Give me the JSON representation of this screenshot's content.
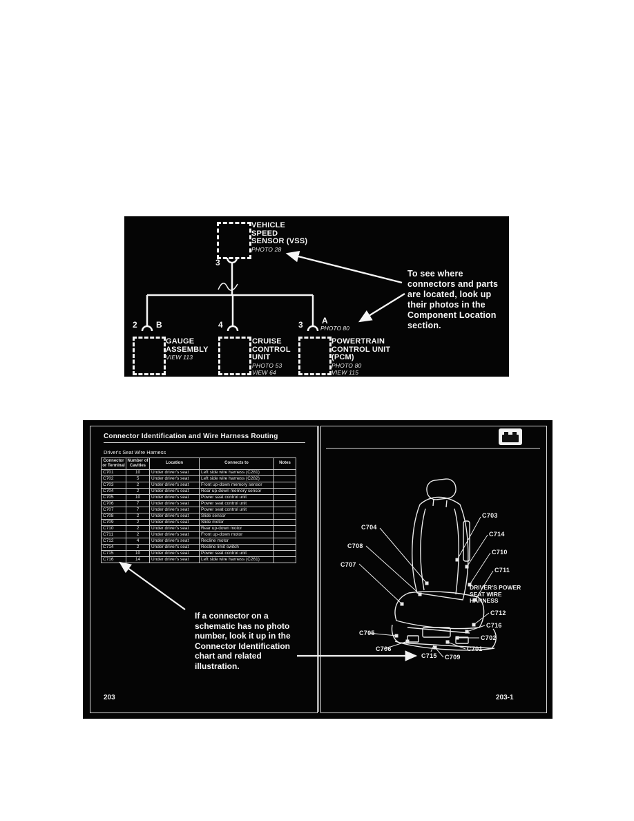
{
  "schematic_panel": {
    "vss": {
      "cavity": "3",
      "name_lines": [
        "VEHICLE",
        "SPEED",
        "SENSOR (VSS)"
      ],
      "photo": "PHOTO 28"
    },
    "gauge": {
      "cavity": "2",
      "terminal": "B",
      "name_lines": [
        "GAUGE",
        "ASSEMBLY"
      ],
      "view": "VIEW 113"
    },
    "cruise": {
      "cavity": "4",
      "name_lines": [
        "CRUISE",
        "CONTROL",
        "UNIT"
      ],
      "photo": "PHOTO 53",
      "view": "VIEW 64"
    },
    "pcm": {
      "cavity": "3",
      "terminal": "A",
      "terminal_photo": "PHOTO 80",
      "name_lines": [
        "POWERTRAIN",
        "CONTROL UNIT",
        "(PCM)"
      ],
      "photo": "PHOTO 80",
      "view": "VIEW 115"
    },
    "callout_note": "To see where connectors and parts are located, look up their photos in the Component Location section."
  },
  "manual_spread": {
    "left_page": {
      "title": "Connector Identification and Wire Harness Routing",
      "section_label": "Driver's Seat Wire Harness",
      "table": {
        "headers": [
          "Connector or Terminal",
          "Number of Cavities",
          "Location",
          "Connects to",
          "Notes"
        ],
        "rows": [
          [
            "C701",
            "10",
            "Under driver's seat",
            "Left side wire harness (C281)",
            ""
          ],
          [
            "C702",
            "5",
            "Under driver's seat",
            "Left side wire harness (C282)",
            ""
          ],
          [
            "C703",
            "2",
            "Under driver's seat",
            "Front up-down memory sensor",
            ""
          ],
          [
            "C704",
            "2",
            "Under driver's seat",
            "Rear up-down memory sensor",
            ""
          ],
          [
            "C705",
            "10",
            "Under driver's seat",
            "Power seat control unit",
            ""
          ],
          [
            "C706",
            "7",
            "Under driver's seat",
            "Power seat control unit",
            ""
          ],
          [
            "C707",
            "7",
            "Under driver's seat",
            "Power seat control unit",
            ""
          ],
          [
            "C708",
            "2",
            "Under driver's seat",
            "Slide sensor",
            ""
          ],
          [
            "C709",
            "2",
            "Under driver's seat",
            "Slide motor",
            ""
          ],
          [
            "C710",
            "2",
            "Under driver's seat",
            "Rear up-down motor",
            ""
          ],
          [
            "C711",
            "2",
            "Under driver's seat",
            "Front up-down motor",
            ""
          ],
          [
            "C712",
            "4",
            "Under driver's seat",
            "Recline motor",
            ""
          ],
          [
            "C714",
            "2",
            "Under driver's seat",
            "Recline limit switch",
            ""
          ],
          [
            "C715",
            "10",
            "Under driver's seat",
            "Power seat control unit",
            ""
          ],
          [
            "C716",
            "14",
            "Under driver's seat",
            "Left side wire harness (C261)",
            ""
          ]
        ]
      },
      "note_text": "If a connector on a schematic has no photo number, look it up in the Connector Identification chart and related illustration.",
      "page_number": "203"
    },
    "right_page": {
      "harness_label_lines": [
        "DRIVER'S POWER",
        "SEAT WIRE",
        "HARNESS"
      ],
      "callouts": [
        "C704",
        "C708",
        "C707",
        "C703",
        "C714",
        "C710",
        "C711",
        "C712",
        "C716",
        "C702",
        "C701",
        "C709",
        "C715",
        "C706",
        "C705"
      ],
      "page_number": "203-1"
    }
  }
}
